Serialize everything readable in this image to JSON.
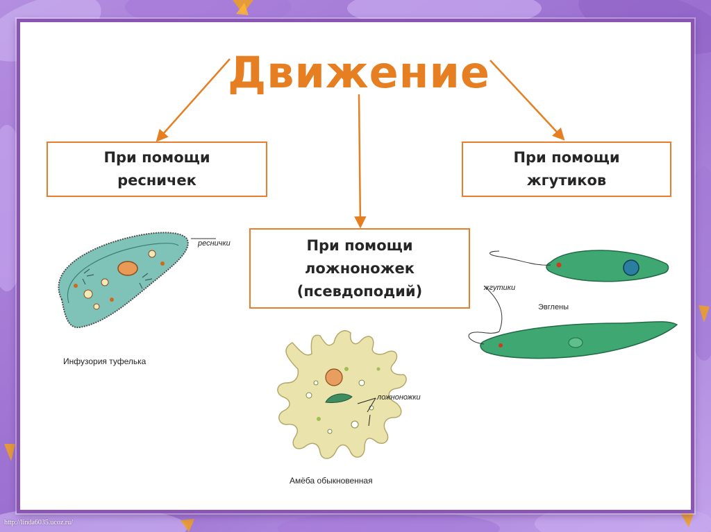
{
  "slide": {
    "title": "Движение",
    "boxes": {
      "left": "При помощи\nресничек",
      "middle": "При помощи\nложноножек\n(псевдоподий)",
      "right": "При помощи\nжгутиков"
    },
    "paramecium": {
      "label": "реснички",
      "caption": "Инфузория туфелька"
    },
    "amoeba": {
      "label": "ложноножки",
      "caption": "Амёба обыкновенная"
    },
    "euglena": {
      "label_flagella": "жгутики",
      "label_name": "Эвглены"
    },
    "source_url": "http://linda6035.ucoz.ru/"
  },
  "colors": {
    "accent": "#e67e22",
    "frame": "#8a55b4",
    "euglena": "#2f9e6e",
    "paramecium": "#6fb3a8",
    "amoeba": "#e9e0a8"
  }
}
